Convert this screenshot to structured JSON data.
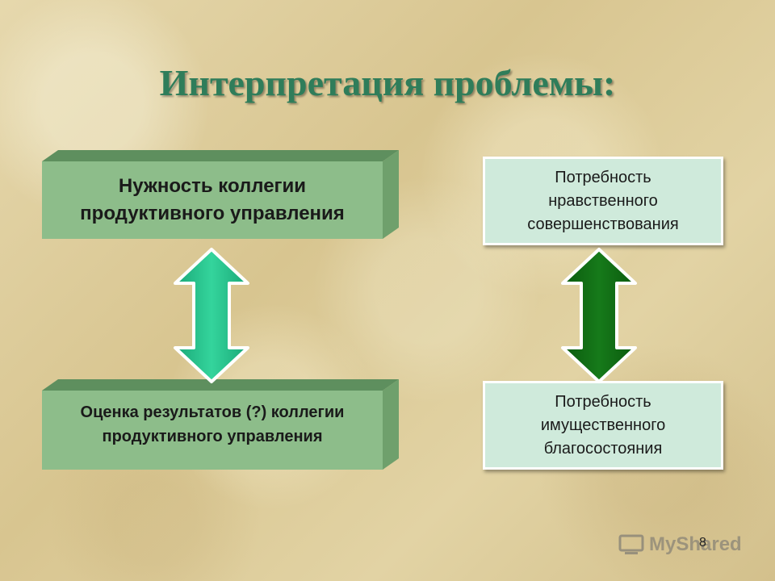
{
  "title": "Интерпретация проблемы:",
  "left": {
    "top_box": "Нужность коллегии\nпродуктивного управления",
    "bottom_box": "Оценка результатов (?) коллегии\nпродуктивного управления"
  },
  "right": {
    "top_box": "Потребность\nнравственного\nсовершенствования",
    "bottom_box": "Потребность\nимущественного\nблагосостояния"
  },
  "colors": {
    "box_front": "#8dbd8a",
    "box_top": "#5e8f5e",
    "box_side": "#6fa06c",
    "light_box": "#cfeadb",
    "arrow_left": "#22c08a",
    "arrow_right": "#0f6a12",
    "title": "#2f7d5a"
  },
  "icons": {
    "left_arrow": "double-vertical-arrow-icon",
    "right_arrow": "double-vertical-arrow-icon",
    "watermark": "mysharedlogo-icon"
  },
  "watermark": "MyShared",
  "page_number": "8"
}
